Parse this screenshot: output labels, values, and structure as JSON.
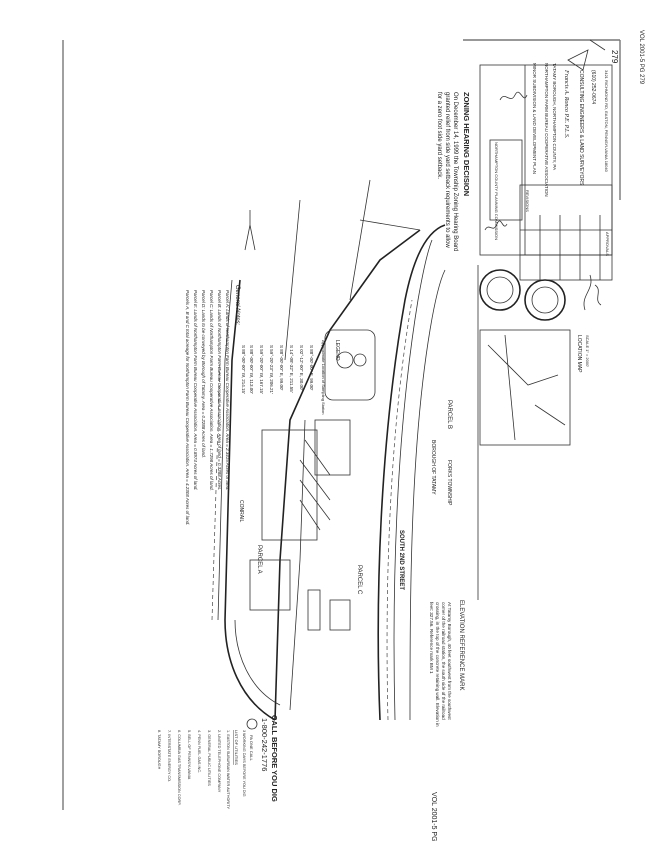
{
  "document": {
    "recording_stamp": "VOL 2001-5 PG 279",
    "page_mark": "279",
    "zoning": {
      "title": "ZONING HEARING DECISION",
      "text_lines": [
        "On December 14, 1999 the Township Zoning Hearing Board",
        "granted relief from side yard setback requirements to allow",
        "for a zero foot side yard setback."
      ]
    },
    "general_notes": {
      "title": "General Notes:",
      "items": [
        "Parcel A: Lands of Northampton Farm Bureau Cooperative Association. Area = 2.3415 Acres of land.",
        "Parcel B: Lands of Northampton Farm Bureau Cooperative Association. Area of land = 0.3288 Acres.",
        "Parcel C: Lands of Northampton Farm Bureau Cooperative Association. Area = 1.7298 Acres of land.",
        "Parcel D: Lands to be conveyed by Borough of Tatamy. Area = 0.2288 Acres of land.",
        "Parcel E: Lands of Northampton Farm Bureau Cooperative Association. Area = 0.8974 Acres of land.",
        "Parcels A, B and C total acreage for Northampton Farm Bureau Cooperative Association. Area = 4.2308 Acres of land."
      ]
    },
    "legend": {
      "title": "LEGEND",
      "note": "Approximate Location of Sampling Station",
      "bearings": [
        {
          "id": "1",
          "text": "S 88°-00'-00\" E, 99.00'"
        },
        {
          "id": "2",
          "text": "S 02°-12'-00\" E, 30.00'"
        },
        {
          "id": "3",
          "text": "S 14°-08'-32\" E, 211.55'"
        },
        {
          "id": "4",
          "text": "S 88°-00'-00\" E, 99.00'"
        },
        {
          "id": "5",
          "text": "S 59°-20'-23\" W, 206.21'"
        },
        {
          "id": "6",
          "text": "S 59°-20'-00\" W, 167.15'"
        },
        {
          "id": "7",
          "text": "S 88°-00'-00\" W, 113.00'"
        },
        {
          "id": "8",
          "text": "S 88°-00'-00\" W, 214.15'"
        }
      ]
    },
    "plan_labels": {
      "parcel_a": "PARCEL A",
      "parcel_b": "PARCEL B",
      "parcel_c": "PARCEL C",
      "road": "BOROUGH OF TATAMY",
      "township": "FORKS TOWNSHIP",
      "railroad": "CONRAIL",
      "street": "SOUTH 2ND STREET"
    },
    "elevation": {
      "title": "ELEVATION REFERENCE MARK",
      "text": "At Tatamy Borough, 40 feet southwest from the southwest corner of the railroad station, the south side of the railroad crossing, in the top of the concrete retaining wall. Elevation in feet: 327.56. Reference mark BM 1"
    },
    "dig": {
      "title": "CALL BEFORE YOU DIG",
      "phone": "1-800-242-1776",
      "logo_text": "PA ONE CALL",
      "subtitle": "3 WORKING DAYS BEFORE YOU DIG",
      "list_title": "LIST OF UTILITIES",
      "utilities": [
        "1. EASTON SUBURBAN WATER AUTHORITY",
        "2. UNITED TELEPHONE COMPANY",
        "3. GENERAL PUBLIC UTILITIES",
        "4. PENN FUEL GAS INC.",
        "5. BELL OF PENNSYLVANIA",
        "6. COLUMBIA GAS TRANSMISSION CORP.",
        "7. INTERSTATE ENERGY CO.",
        "8. TATAMY BOROUGH"
      ]
    },
    "title_block": {
      "title": "MINOR SUBDIVISION & LAND DEVELOPMENT PLAN",
      "project": "NORTHAMPTON FARM BUREAU COOPERATIVE ASSOCIATION",
      "location": "TATAMY BOROUGH, NORTHAMPTON COUNTY, PA",
      "engineer": "Francis A. Ronco P.E. P.L.S.",
      "firm": "CONSULTING ENGINEERS & LAND SURVEYORS",
      "phone": "(610) 252-0674",
      "address": "3421 RICHMOND RD, EASTON, PENNSYLVANIA 18040",
      "revisions_label": "REVISIONS",
      "approvals_label": "APPROVALS",
      "planning_commission": "NORTHAMPTON COUNTY PLANNING COMMISSION"
    },
    "location_map": {
      "title": "LOCATION MAP",
      "scale": "SCALE 1\" = 2000'"
    }
  }
}
